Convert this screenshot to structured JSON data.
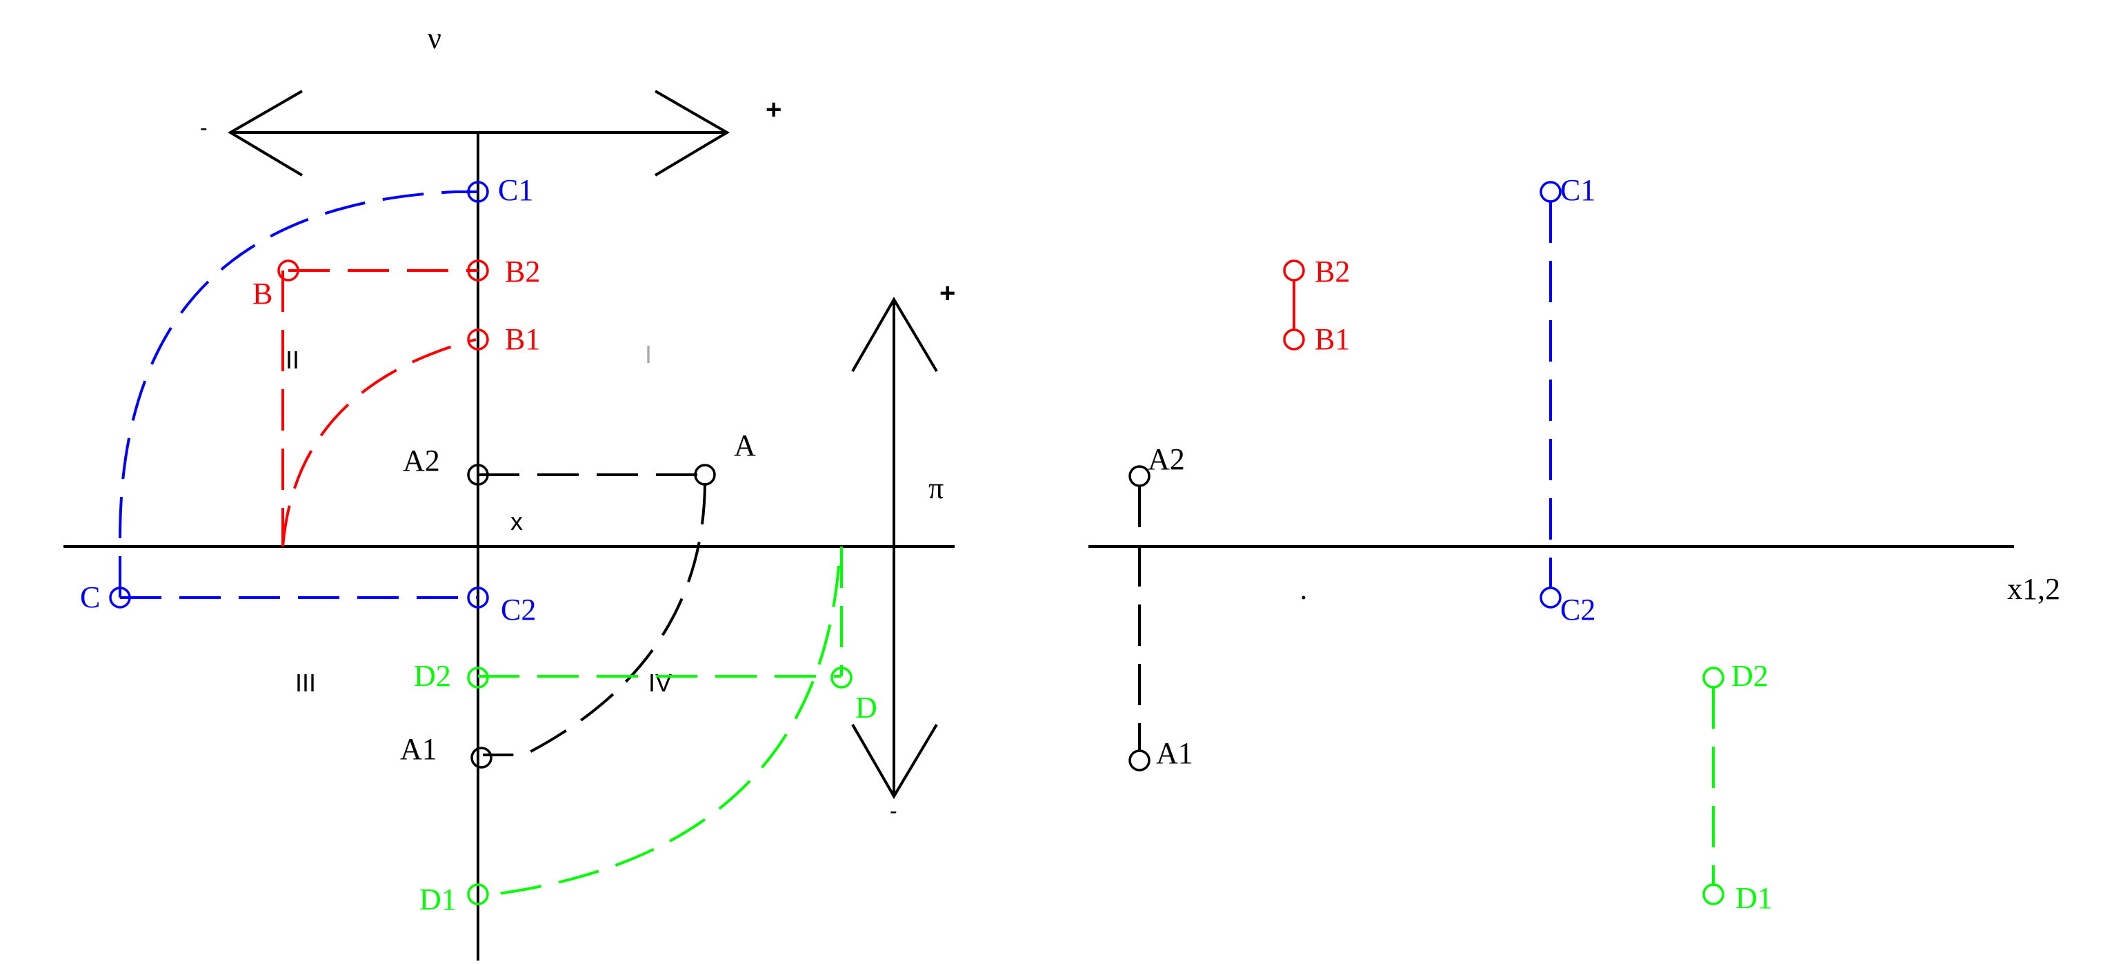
{
  "colors": {
    "axes": "#000000",
    "A": "#000000",
    "B": "#ff0000",
    "C": "#0000ff",
    "D": "#00ff00"
  },
  "left": {
    "nu_label": "ν",
    "nu_minus": "-",
    "nu_plus": "+",
    "pi_label": "π",
    "pi_plus": "+",
    "pi_minus": "-",
    "x_label": "x",
    "quadrants": {
      "I": "I",
      "II": "II",
      "III": "III",
      "IV": "IV"
    },
    "points": {
      "A": "A",
      "A1": "A1",
      "A2": "A2",
      "B": "B",
      "B1": "B1",
      "B2": "B2",
      "C": "C",
      "C1": "C1",
      "C2": "C2",
      "D": "D",
      "D1": "D1",
      "D2": "D2"
    }
  },
  "right": {
    "axis_label": "x1,2",
    "points": {
      "A1": "A1",
      "A2": "A2",
      "B1": "B1",
      "B2": "B2",
      "C1": "C1",
      "C2": "C2",
      "D1": "D1",
      "D2": "D2"
    }
  }
}
